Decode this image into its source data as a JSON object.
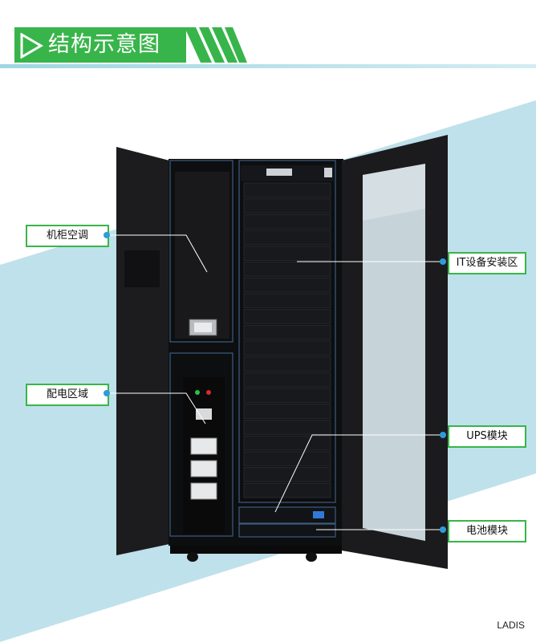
{
  "header": {
    "title": "结构示意图"
  },
  "callouts": {
    "ac": "机柜空调",
    "power": "配电区域",
    "it": "IT设备安装区",
    "ups": "UPS模块",
    "battery": "电池模块"
  },
  "brand": "LADIS",
  "colors": {
    "accent": "#38b54a",
    "dot": "#2e9cd9",
    "background_band": "#bde0ea"
  }
}
